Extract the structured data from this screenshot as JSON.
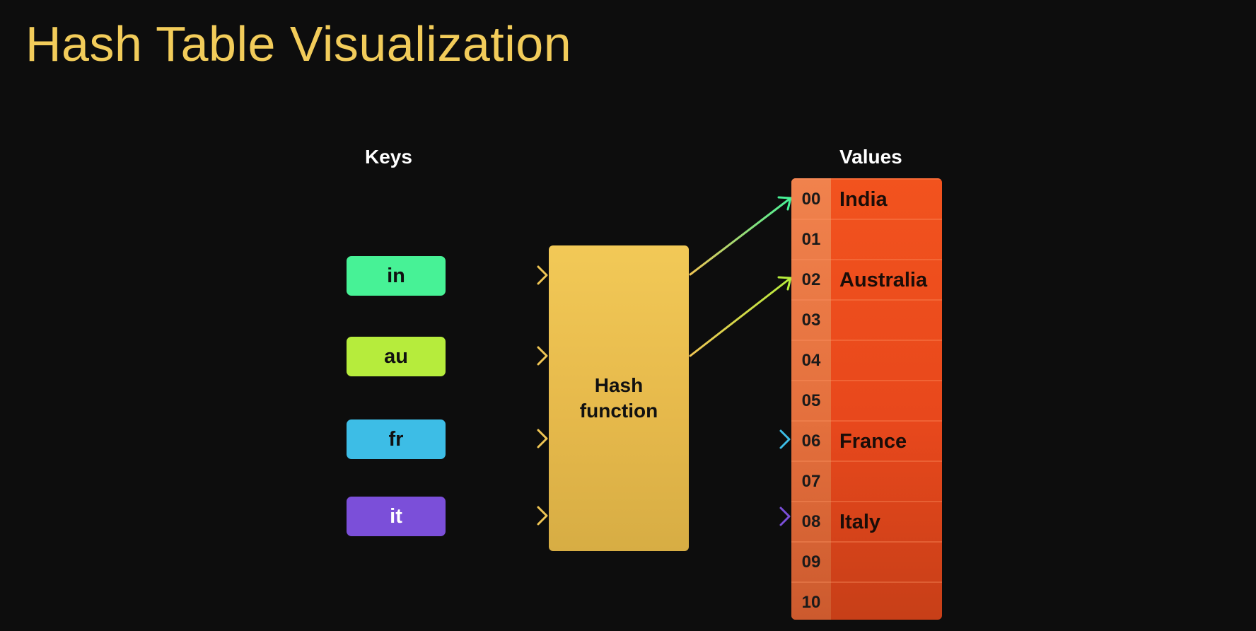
{
  "title": "Hash Table Visualization",
  "keys_label": "Keys",
  "values_label": "Values",
  "hash_function": {
    "line1": "Hash",
    "line2": "function"
  },
  "keys": [
    {
      "label": "in",
      "color": "#47f296",
      "slot": 0
    },
    {
      "label": "au",
      "color": "#b6ec3c",
      "slot": 2
    },
    {
      "label": "fr",
      "color": "#3dbde6",
      "slot": 6
    },
    {
      "label": "it",
      "color": "#7b4fd9",
      "slot": 8
    }
  ],
  "table": [
    {
      "index": "00",
      "value": "India"
    },
    {
      "index": "01",
      "value": ""
    },
    {
      "index": "02",
      "value": "Australia"
    },
    {
      "index": "03",
      "value": ""
    },
    {
      "index": "04",
      "value": ""
    },
    {
      "index": "05",
      "value": ""
    },
    {
      "index": "06",
      "value": "France"
    },
    {
      "index": "07",
      "value": ""
    },
    {
      "index": "08",
      "value": "Italy"
    },
    {
      "index": "09",
      "value": ""
    },
    {
      "index": "10",
      "value": ""
    }
  ],
  "colors": {
    "title": "#f2cc5a",
    "background": "#0d0d0d",
    "hash_box": "#efc554",
    "table_values": "#ee4f1d",
    "table_index": "#ee7d48"
  }
}
